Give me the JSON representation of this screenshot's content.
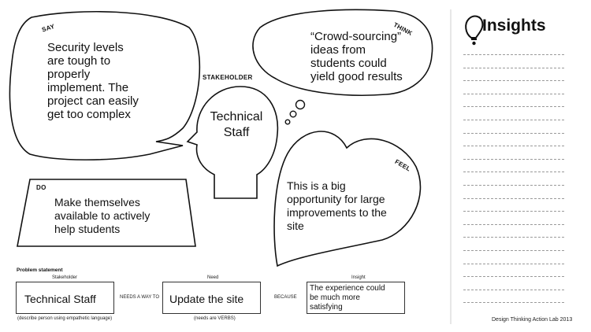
{
  "say": {
    "label": "SAY",
    "text": "Security levels\nare tough to\nproperly\nimplement. The\nproject can easily\nget too complex"
  },
  "think": {
    "label": "THINK",
    "text": "“Crowd-sourcing”\nideas from\nstudents could\nyield good results"
  },
  "feel": {
    "label": "FEEL",
    "text": "This is a big\nopportunity for large\nimprovements to the\nsite"
  },
  "do": {
    "label": "DO",
    "text": "Make themselves\navailable to actively\nhelp students"
  },
  "stakeholder": {
    "label": "STAKEHOLDER",
    "name": "Technical\nStaff"
  },
  "insights": {
    "title": "Insights",
    "icon": "lightbulb-icon",
    "line_count": 20
  },
  "problem_statement": {
    "title": "Problem statement",
    "stakeholder_caption": "Stakeholder",
    "stakeholder_value": "Technical Staff",
    "stakeholder_hint": "(describe person using empathetic language)",
    "connector_1": "NEEDS A WAY TO",
    "need_caption": "Need",
    "need_value": "Update the site",
    "need_hint": "(needs are VERBS)",
    "connector_2": "BECAUSE",
    "insight_caption": "Insight",
    "insight_value": "The experience could\nbe much more\nsatisfying"
  },
  "footer": {
    "credit": "Design Thinking Action Lab 2013"
  }
}
